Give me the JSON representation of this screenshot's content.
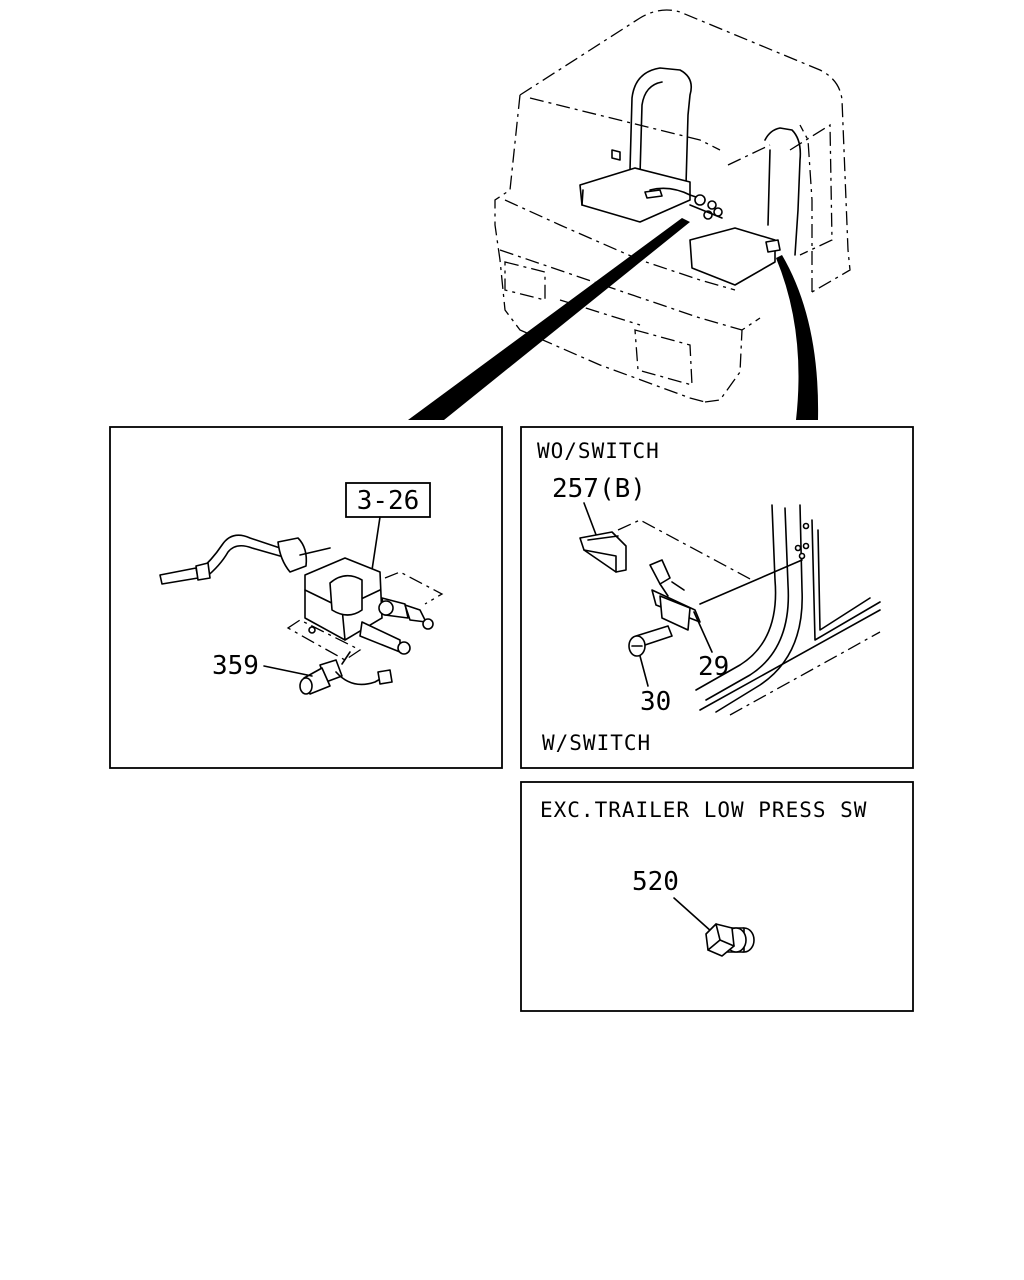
{
  "panels": {
    "left": {
      "ref_box_label": "3-26",
      "part_label": "359"
    },
    "right_top": {
      "heading_top": "WO/SWITCH",
      "heading_bottom": "W/SWITCH",
      "part_257": "257(B)",
      "part_29": "29",
      "part_30": "30"
    },
    "right_bottom": {
      "heading": "EXC.TRAILER LOW PRESS SW",
      "part_520": "520"
    }
  },
  "icons": [
    "cab-overview-drawing",
    "valve-assembly-drawing",
    "seat-switch-bracket-drawing",
    "hex-plug-drawing"
  ]
}
